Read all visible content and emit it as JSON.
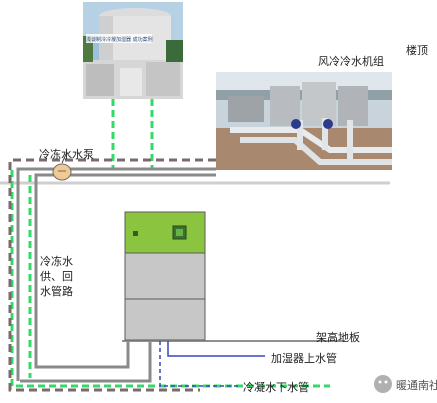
{
  "labels": {
    "roof": "楼顶",
    "air_chiller_unit": "风冷冷水机组",
    "chilled_water_pump": "冷冻水水泵",
    "chilled_water_loop_line1": "冷冻水",
    "chilled_water_loop_line2": "供、回",
    "chilled_water_loop_line3": "水管路",
    "raised_floor": "架高地板",
    "humidifier_water_pipe": "加湿器上水管",
    "condensate_drain_pipe": "冷凝水下水管",
    "photo_caption": "浅谈制冷冷凝加湿器 成功案例"
  },
  "watermark": {
    "text": "暖通南社"
  },
  "colors": {
    "green_pipe": "#34d96a",
    "gray_pipe": "#8a8a8a",
    "dash_pipe": "#7a6a6a",
    "unit_green": "#8bc53f",
    "unit_body": "#c7c7c7",
    "blue_pipe": "#3a46b8"
  }
}
